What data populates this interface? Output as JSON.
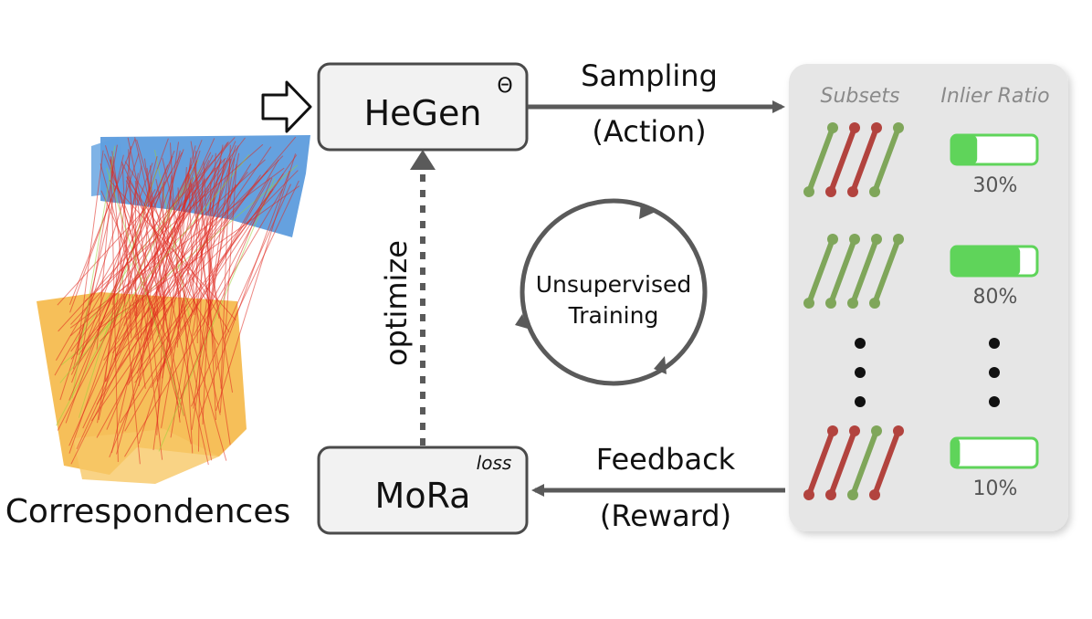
{
  "hegen": {
    "label": "HeGen",
    "superscript": "Θ"
  },
  "mora": {
    "label": "MoRa",
    "superscript": "loss"
  },
  "sampling": {
    "line1": "Sampling",
    "line2": "(Action)"
  },
  "feedback": {
    "line1": "Feedback",
    "line2": "(Reward)"
  },
  "optimize": "optimize",
  "cycle": {
    "line1": "Unsupervised",
    "line2": "Training"
  },
  "correspondences": "Correspondences",
  "panel": {
    "subsets_header": "Subsets",
    "ratio_header": "Inlier Ratio",
    "rows": [
      {
        "pattern": [
          "green",
          "red",
          "red",
          "green"
        ],
        "ratio": 0.3,
        "ratio_label": "30%"
      },
      {
        "pattern": [
          "green",
          "green",
          "green",
          "green"
        ],
        "ratio": 0.8,
        "ratio_label": "80%"
      },
      {
        "pattern": [
          "red",
          "red",
          "green",
          "red"
        ],
        "ratio": 0.1,
        "ratio_label": "10%"
      }
    ]
  },
  "colors": {
    "green": "#7fa65a",
    "red": "#b2433e",
    "bar_fill": "#5fd45a",
    "box_stroke": "#4a4a4a",
    "box_fill": "#f2f2f2",
    "panel_fill": "#e6e6e6",
    "arrow": "#5a5a5a"
  }
}
